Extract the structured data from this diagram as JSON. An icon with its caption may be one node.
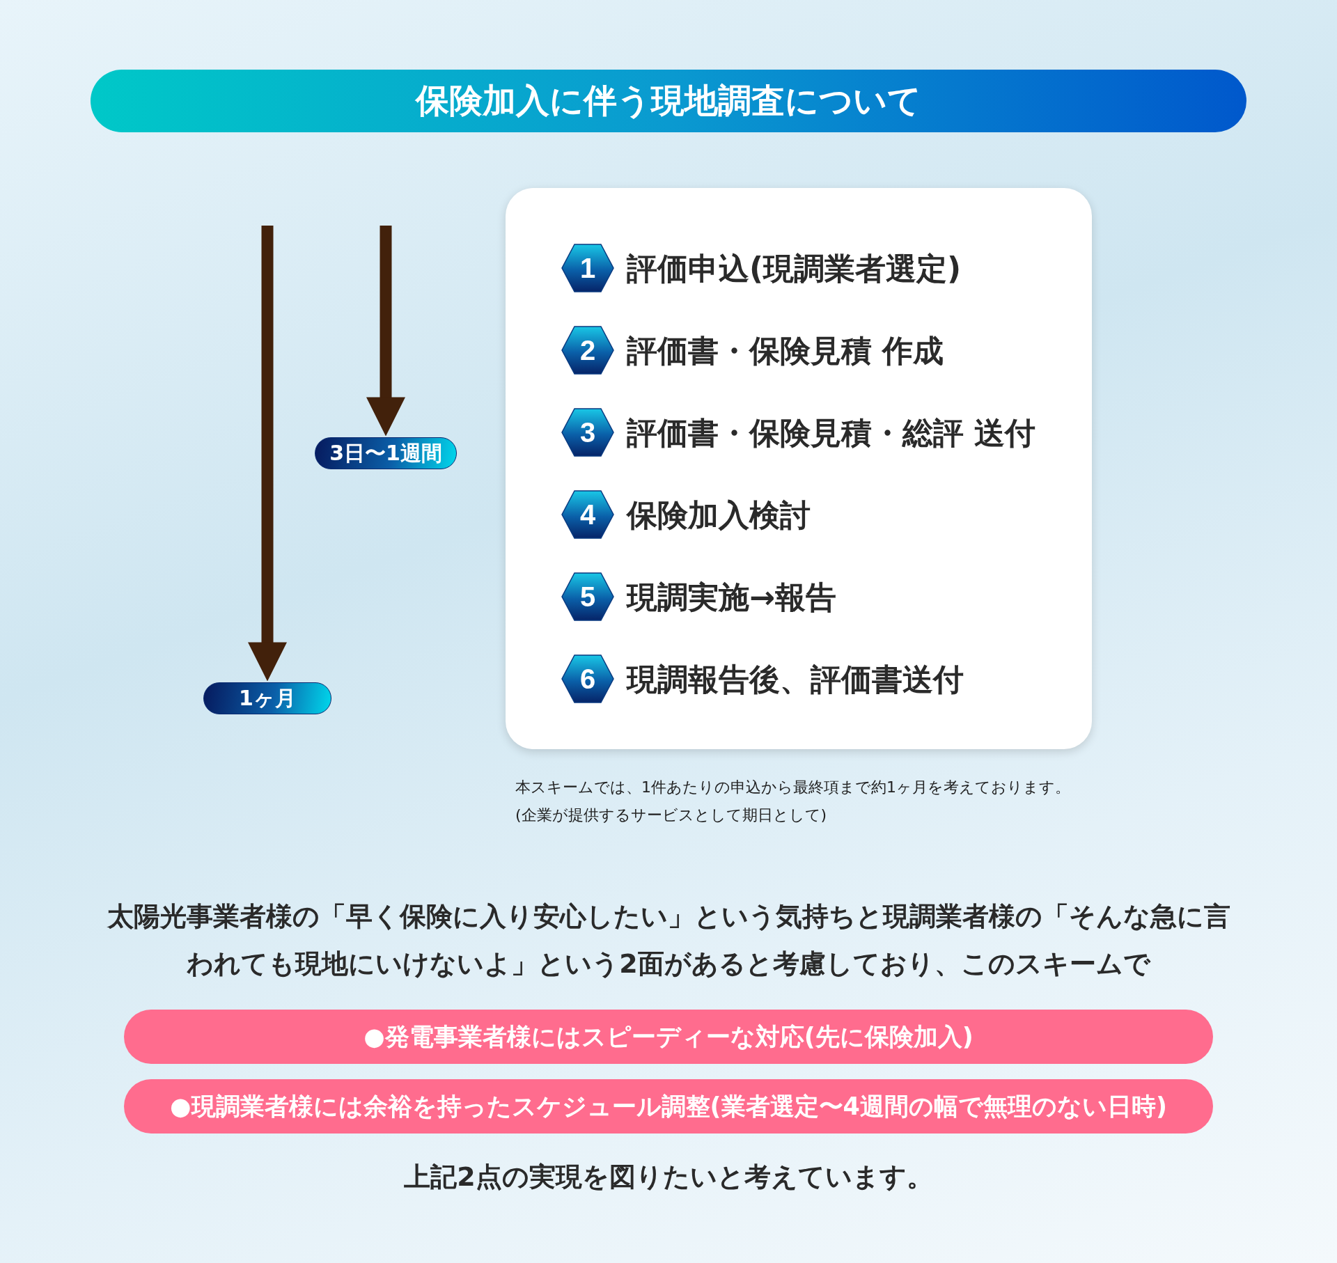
{
  "diagram": {
    "title": "保険加入に伴う現地調査について",
    "nodes": [
      {
        "text": [],
        "shape": "box"
      },
      {
        "text": [
          "1",
          "評価申込(現調業者選定)"
        ],
        "in": 0
      },
      {
        "text": [
          "2",
          "評価書・保険見積 作成"
        ],
        "in": 0
      },
      {
        "text": [
          "3",
          "評価書・保険見積・総評 送付"
        ],
        "in": 0
      },
      {
        "text": [
          "4",
          "保険加入検討"
        ],
        "in": 0
      },
      {
        "text": [
          "5",
          "現調実施→報告"
        ],
        "in": 0
      },
      {
        "text": [
          "6",
          "現調報告後、評価書送付"
        ],
        "in": 0
      },
      {
        "text": [
          "3日〜1週間"
        ]
      },
      {
        "text": [
          "1ヶ月"
        ]
      },
      {
        "text": [
          "●発電事業者様にはスピーディーな対応(先に保険加入)"
        ]
      },
      {
        "text": [
          "●現調業者様には余裕を持ったスケジュール調整(業者選定〜4週間の幅で無理のない日時)"
        ]
      }
    ],
    "edges": [
      {
        "from": null,
        "to": 7,
        "arrow": "to"
      },
      {
        "from": null,
        "to": 8,
        "arrow": "to"
      }
    ],
    "labels": [
      "本スキームでは、1件あたりの申込から最終項まで約1ヶ月を考えております。",
      "(企業が提供するサービスとして期日として)",
      "太陽光事業者様の「早く保険に入り安心したい」という気持ちと現調業者様の「そんな急に言われても現地にいけないよ」という2面があると考慮しており、このスキームで",
      "上記2点の実現を図りたいと考えています。"
    ]
  }
}
